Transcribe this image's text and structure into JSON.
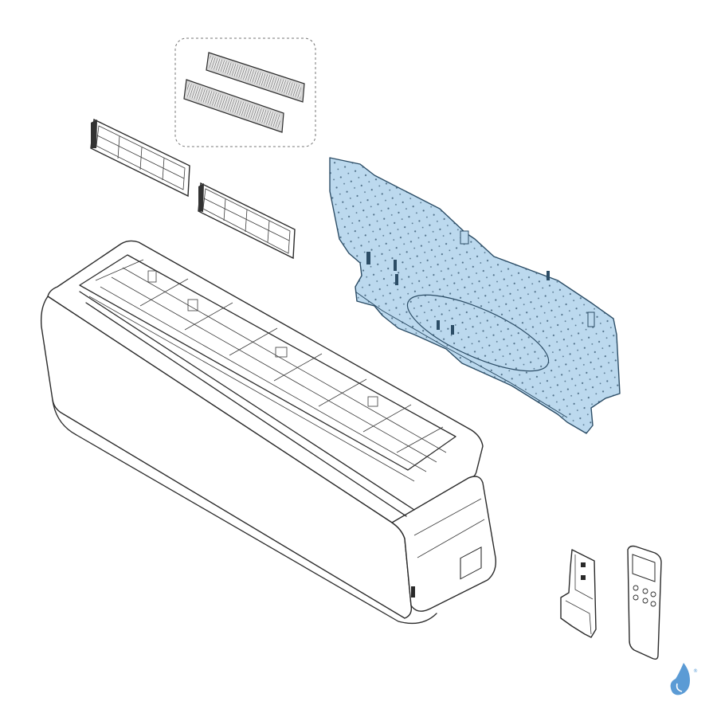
{
  "figure": {
    "parts": [
      {
        "id": "air-filter-pair",
        "detail_group": true
      },
      {
        "id": "filter-frame-left"
      },
      {
        "id": "filter-frame-right"
      },
      {
        "id": "indoor-unit-body"
      },
      {
        "id": "mounting-plate",
        "highlighted": true
      },
      {
        "id": "remote-holder"
      },
      {
        "id": "remote-controller"
      }
    ],
    "colors": {
      "highlight_fill": "#bcd9ee",
      "highlight_stroke": "#2c4d66",
      "line": "#2a2a2a",
      "logo": "#5b9bd5"
    },
    "logo": {
      "icon": "water-drop-logo-icon",
      "mark": "®"
    }
  }
}
